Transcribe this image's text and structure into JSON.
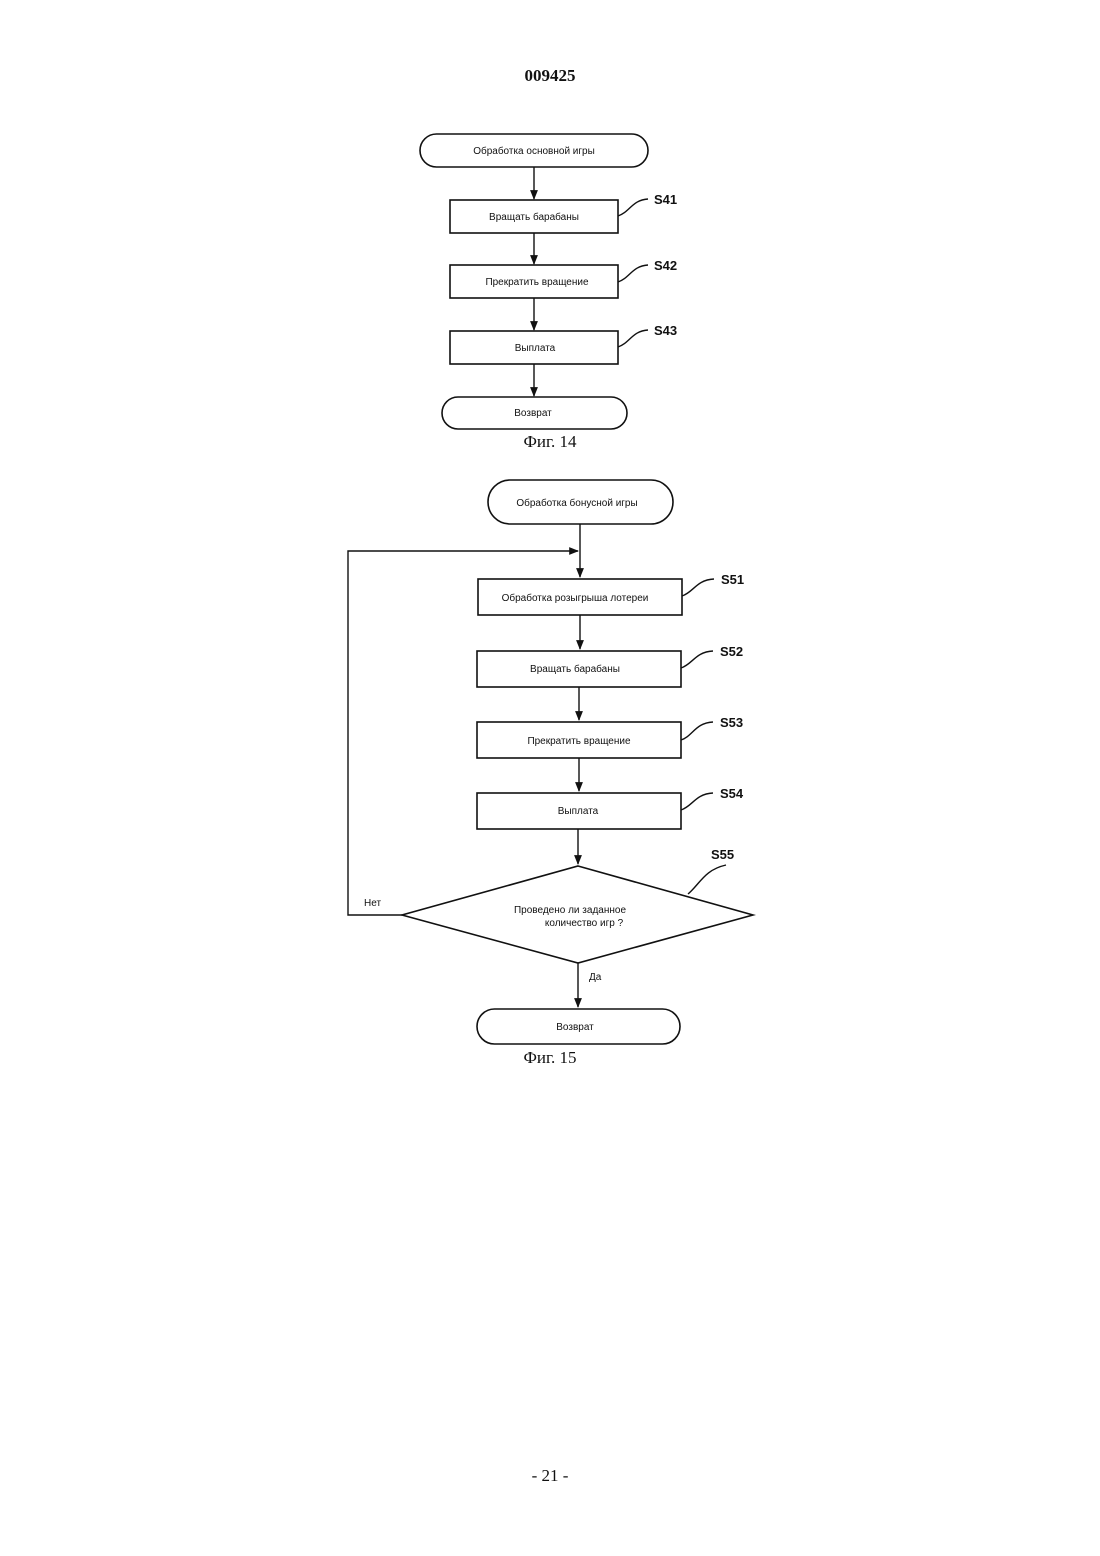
{
  "header": {
    "doc_number": "009425"
  },
  "fig14": {
    "start": "Обработка основной игры",
    "steps": [
      {
        "id": "S41",
        "label": "Вращать барабаны"
      },
      {
        "id": "S42",
        "label": "Прекратить вращение"
      },
      {
        "id": "S43",
        "label": "Выплата"
      }
    ],
    "end": "Возврат",
    "caption": "Фиг. 14"
  },
  "fig15": {
    "start": "Обработка бонусной игры",
    "steps": [
      {
        "id": "S51",
        "label": "Обработка розыгрыша лотереи"
      },
      {
        "id": "S52",
        "label": "Вращать барабаны"
      },
      {
        "id": "S53",
        "label": "Прекратить вращение"
      },
      {
        "id": "S54",
        "label": "Выплата"
      }
    ],
    "decision": {
      "id": "S55",
      "line1": "Проведено ли заданное",
      "line2": "количество игр ?"
    },
    "no_label": "Нет",
    "yes_label": "Да",
    "end": "Возврат",
    "caption": "Фиг. 15"
  },
  "footer": {
    "page_number": "- 21 -"
  }
}
